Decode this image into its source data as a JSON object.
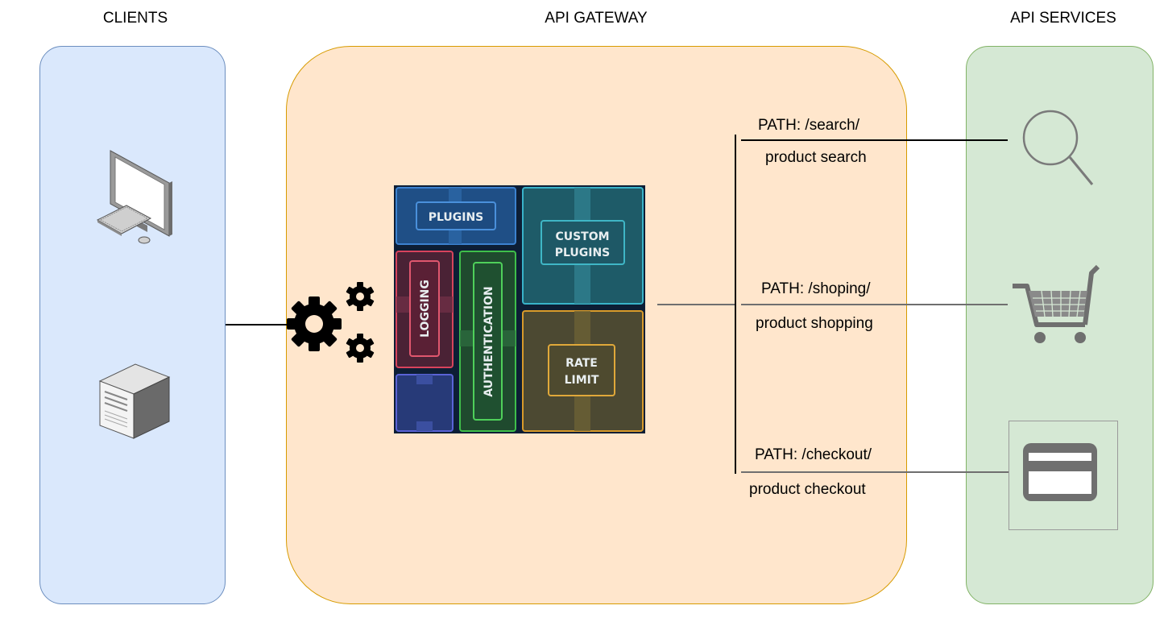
{
  "headings": {
    "clients": "CLIENTS",
    "gateway": "API GATEWAY",
    "services": "API SERVICES"
  },
  "clients": {
    "icons": [
      "desktop-computer-icon",
      "server-tower-icon"
    ]
  },
  "gateway": {
    "icon": "gears-icon",
    "plugins": {
      "plugins": "PLUGINS",
      "custom_line1": "CUSTOM",
      "custom_line2": "PLUGINS",
      "logging": "LOGGING",
      "authentication": "AUTHENTICATION",
      "rate_line1": "RATE",
      "rate_line2": "LIMIT"
    },
    "routes": [
      {
        "path": "PATH: /search/",
        "service": "product search"
      },
      {
        "path": "PATH: /shoping/",
        "service": "product shopping"
      },
      {
        "path": "PATH: /checkout/",
        "service": "product checkout"
      }
    ]
  },
  "services": {
    "icons": [
      "search-icon",
      "shopping-cart-icon",
      "credit-card-icon"
    ]
  },
  "colors": {
    "clients_fill": "#dae8fc",
    "clients_stroke": "#6c8ebf",
    "gateway_fill": "#ffe6cc",
    "gateway_stroke": "#d79b00",
    "services_fill": "#d5e8d4",
    "services_stroke": "#82b366",
    "icon_gray": "#6f6f6f"
  }
}
